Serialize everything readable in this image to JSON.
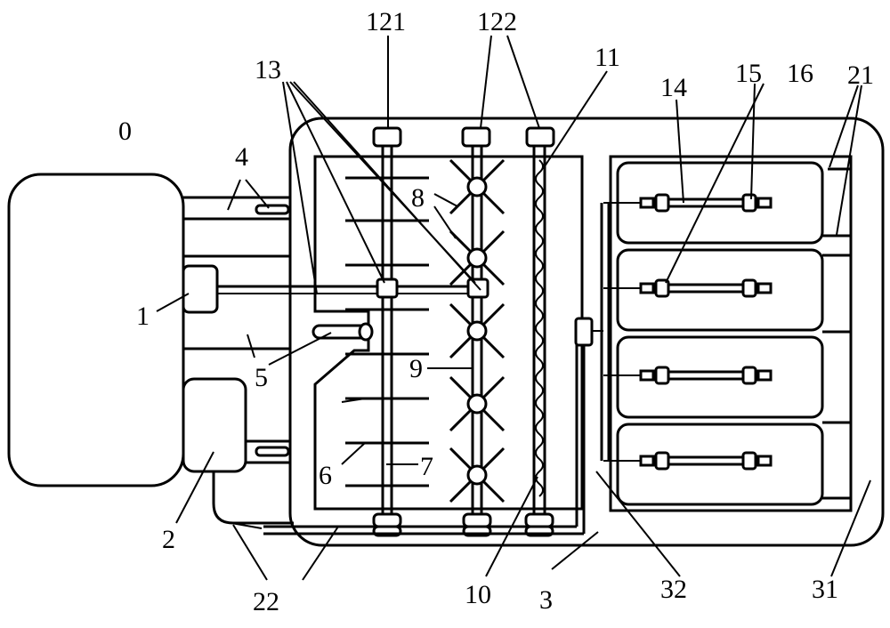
{
  "labels": {
    "l0": "0",
    "l1": "1",
    "l2": "2",
    "l3": "3",
    "l4": "4",
    "l5": "5",
    "l6": "6",
    "l7": "7",
    "l8": "8",
    "l9": "9",
    "l10": "10",
    "l11": "11",
    "l13": "13",
    "l14": "14",
    "l15": "15",
    "l16": "16",
    "l21": "21",
    "l22": "22",
    "l31": "31",
    "l32": "32",
    "l121": "121",
    "l122": "122"
  }
}
